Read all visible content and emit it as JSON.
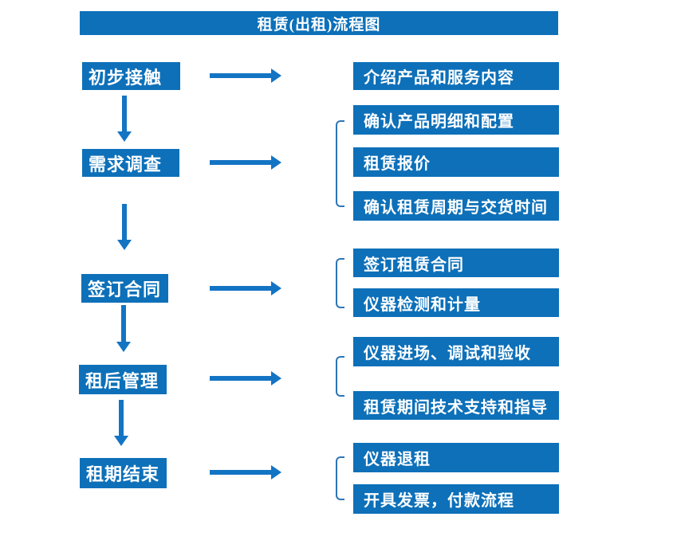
{
  "title": "租赁(出租)流程图",
  "colors": {
    "primary": "#0d70b9",
    "arrow": "#1474c4",
    "bracket": "#2e75b6"
  },
  "steps": [
    {
      "label": "初步接触",
      "details": [
        "介绍产品和服务内容"
      ]
    },
    {
      "label": "需求调查",
      "details": [
        "确认产品明细和配置",
        "租赁报价",
        "确认租赁周期与交货时间"
      ]
    },
    {
      "label": "签订合同",
      "details": [
        "签订租赁合同",
        "仪器检测和计量"
      ]
    },
    {
      "label": "租后管理",
      "details": [
        "仪器进场、调试和验收",
        "租赁期间技术支持和指导"
      ]
    },
    {
      "label": "租期结束",
      "details": [
        "仪器退租",
        "开具发票，付款流程"
      ]
    }
  ]
}
